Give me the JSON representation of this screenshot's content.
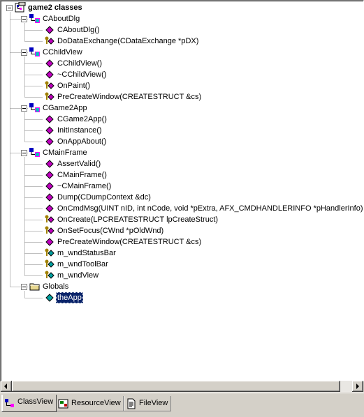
{
  "tree": {
    "nodes": [
      {
        "label": "game2 classes",
        "level": 0,
        "icon": "project-classes-icon",
        "expand": true,
        "root": true
      },
      {
        "label": "CAboutDlg",
        "level": 1,
        "icon": "class-icon",
        "expand": true
      },
      {
        "label": "CAboutDlg()",
        "level": 2,
        "icon": "public-method-icon"
      },
      {
        "label": "DoDataExchange(CDataExchange *pDX)",
        "level": 2,
        "icon": "protected-method-icon"
      },
      {
        "label": "CChildView",
        "level": 1,
        "icon": "class-icon",
        "expand": true
      },
      {
        "label": "CChildView()",
        "level": 2,
        "icon": "public-method-icon"
      },
      {
        "label": "~CChildView()",
        "level": 2,
        "icon": "public-method-icon"
      },
      {
        "label": "OnPaint()",
        "level": 2,
        "icon": "protected-method-icon"
      },
      {
        "label": "PreCreateWindow(CREATESTRUCT &cs)",
        "level": 2,
        "icon": "protected-method-icon"
      },
      {
        "label": "CGame2App",
        "level": 1,
        "icon": "class-icon",
        "expand": true
      },
      {
        "label": "CGame2App()",
        "level": 2,
        "icon": "public-method-icon"
      },
      {
        "label": "InitInstance()",
        "level": 2,
        "icon": "public-method-icon"
      },
      {
        "label": "OnAppAbout()",
        "level": 2,
        "icon": "public-method-icon"
      },
      {
        "label": "CMainFrame",
        "level": 1,
        "icon": "class-icon",
        "expand": true
      },
      {
        "label": "AssertValid()",
        "level": 2,
        "icon": "public-method-icon"
      },
      {
        "label": "CMainFrame()",
        "level": 2,
        "icon": "public-method-icon"
      },
      {
        "label": "~CMainFrame()",
        "level": 2,
        "icon": "public-method-icon"
      },
      {
        "label": "Dump(CDumpContext &dc)",
        "level": 2,
        "icon": "public-method-icon"
      },
      {
        "label": "OnCmdMsg(UINT nID, int nCode, void *pExtra, AFX_CMDHANDLERINFO *pHandlerInfo)",
        "level": 2,
        "icon": "public-method-icon"
      },
      {
        "label": "OnCreate(LPCREATESTRUCT lpCreateStruct)",
        "level": 2,
        "icon": "protected-method-icon"
      },
      {
        "label": "OnSetFocus(CWnd *pOldWnd)",
        "level": 2,
        "icon": "protected-method-icon"
      },
      {
        "label": "PreCreateWindow(CREATESTRUCT &cs)",
        "level": 2,
        "icon": "public-method-icon"
      },
      {
        "label": "m_wndStatusBar",
        "level": 2,
        "icon": "protected-member-icon"
      },
      {
        "label": "m_wndToolBar",
        "level": 2,
        "icon": "protected-member-icon"
      },
      {
        "label": "m_wndView",
        "level": 2,
        "icon": "protected-member-icon"
      },
      {
        "label": "Globals",
        "level": 1,
        "icon": "folder-icon",
        "expand": true
      },
      {
        "label": "theApp",
        "level": 2,
        "icon": "global-variable-icon",
        "selected": true
      }
    ]
  },
  "tabs": [
    {
      "label": "ClassView",
      "icon": "classview-icon",
      "active": true
    },
    {
      "label": "ResourceView",
      "icon": "resourceview-icon",
      "active": false
    },
    {
      "label": "FileView",
      "icon": "fileview-icon",
      "active": false
    }
  ],
  "colors": {
    "method": "#c000c0",
    "member": "#00a0a0",
    "key": "#a08000",
    "folder": "#e8d890",
    "selection": "#0a246a"
  }
}
